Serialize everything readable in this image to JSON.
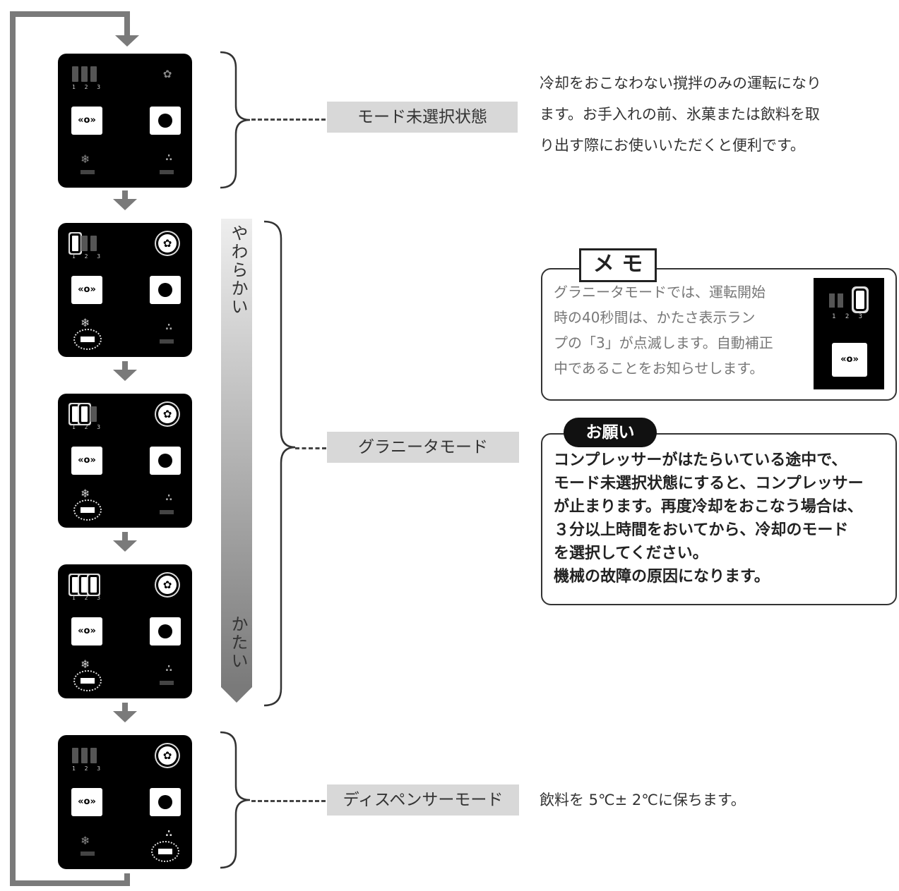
{
  "panels": [
    {
      "lamp_numbers": "1 2 3",
      "left_button_symbol": "«o»",
      "left_icon": "❄",
      "right_icon": "∴",
      "mode_symbol": "✿"
    },
    {
      "lamp_numbers": "1 2 3",
      "left_button_symbol": "«o»",
      "left_icon": "❄",
      "right_icon": "∴",
      "mode_symbol": "✿"
    },
    {
      "lamp_numbers": "1 2 3",
      "left_button_symbol": "«o»",
      "left_icon": "❄",
      "right_icon": "∴",
      "mode_symbol": "✿"
    },
    {
      "lamp_numbers": "1 2 3",
      "left_button_symbol": "«o»",
      "left_icon": "❄",
      "right_icon": "∴",
      "mode_symbol": "✿"
    },
    {
      "lamp_numbers": "1 2 3",
      "left_button_symbol": "«o»",
      "left_icon": "❄",
      "right_icon": "∴",
      "mode_symbol": "✿"
    }
  ],
  "modes": {
    "no_selection": {
      "label": "モード未選択状態",
      "description": [
        "冷却をおこなわない撹拌のみの運転になり",
        "ます。お手入れの前、氷菓または飲料を取",
        "り出す際にお使いいただくと便利です。"
      ]
    },
    "granita": {
      "label": "グラニータモード"
    },
    "dispenser": {
      "label": "ディスペンサーモード",
      "description": "飲料を 5℃± 2℃に保ちます。"
    }
  },
  "hardness_scale": {
    "soft": "やわらかい",
    "hard": "かたい"
  },
  "memo": {
    "title": "メ モ",
    "lines": [
      "グラニータモードでは、運転開始",
      "時の40秒間は、かたさ表示ラン",
      "プの「3」が点滅します。自動補正",
      "中であることをお知らせします。"
    ],
    "mini_panel": {
      "lamp_numbers": "1 2 3",
      "button_symbol": "«o»"
    }
  },
  "request": {
    "title": "お願い",
    "lines": [
      "コンプレッサーがはたらいている途中で、",
      "モード未選択状態にすると、コンプレッサー",
      "が止まります。再度冷却をおこなう場合は、",
      "３分以上時間をおいてから、冷却のモード",
      "を選択してください。",
      "機械の故障の原因になります。"
    ]
  }
}
